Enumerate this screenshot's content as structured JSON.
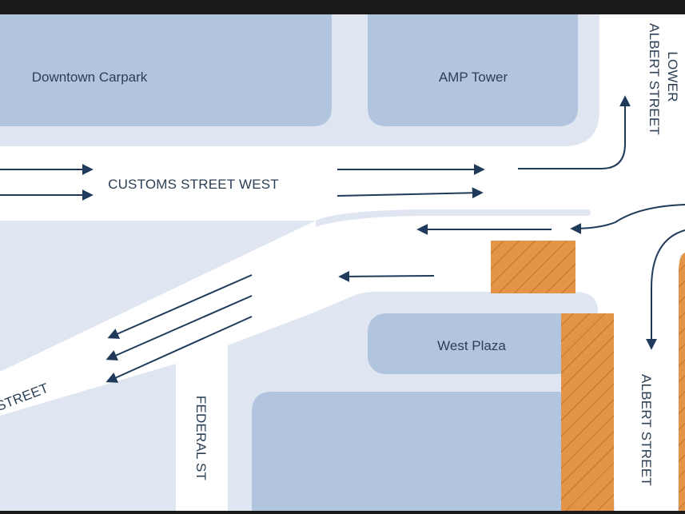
{
  "map": {
    "buildings": [
      {
        "id": "downtown-carpark",
        "label": "Downtown Carpark"
      },
      {
        "id": "amp-tower",
        "label": "AMP Tower"
      },
      {
        "id": "west-plaza",
        "label": "West Plaza"
      }
    ],
    "streets": {
      "customs_street_west": "CUSTOMS STREET WEST",
      "lower_albert_line1": "LOWER",
      "lower_albert_line2": "ALBERT STREET",
      "albert_street": "ALBERT STREET",
      "federal_st": "FEDERAL ST",
      "street_partial": "STREET"
    },
    "colors": {
      "background": "#ffffff",
      "block": "#dfe6f1",
      "building": "#b1c6de",
      "road": "#ffffff",
      "arrow": "#1f3a5a",
      "construction_zone": "#e39446",
      "construction_hatch": "#b86a2a",
      "top_bar": "#1a1a1a"
    },
    "construction_zones": [
      "hatched-zone-north",
      "hatched-zone-south",
      "hatched-zone-east-edge"
    ]
  }
}
